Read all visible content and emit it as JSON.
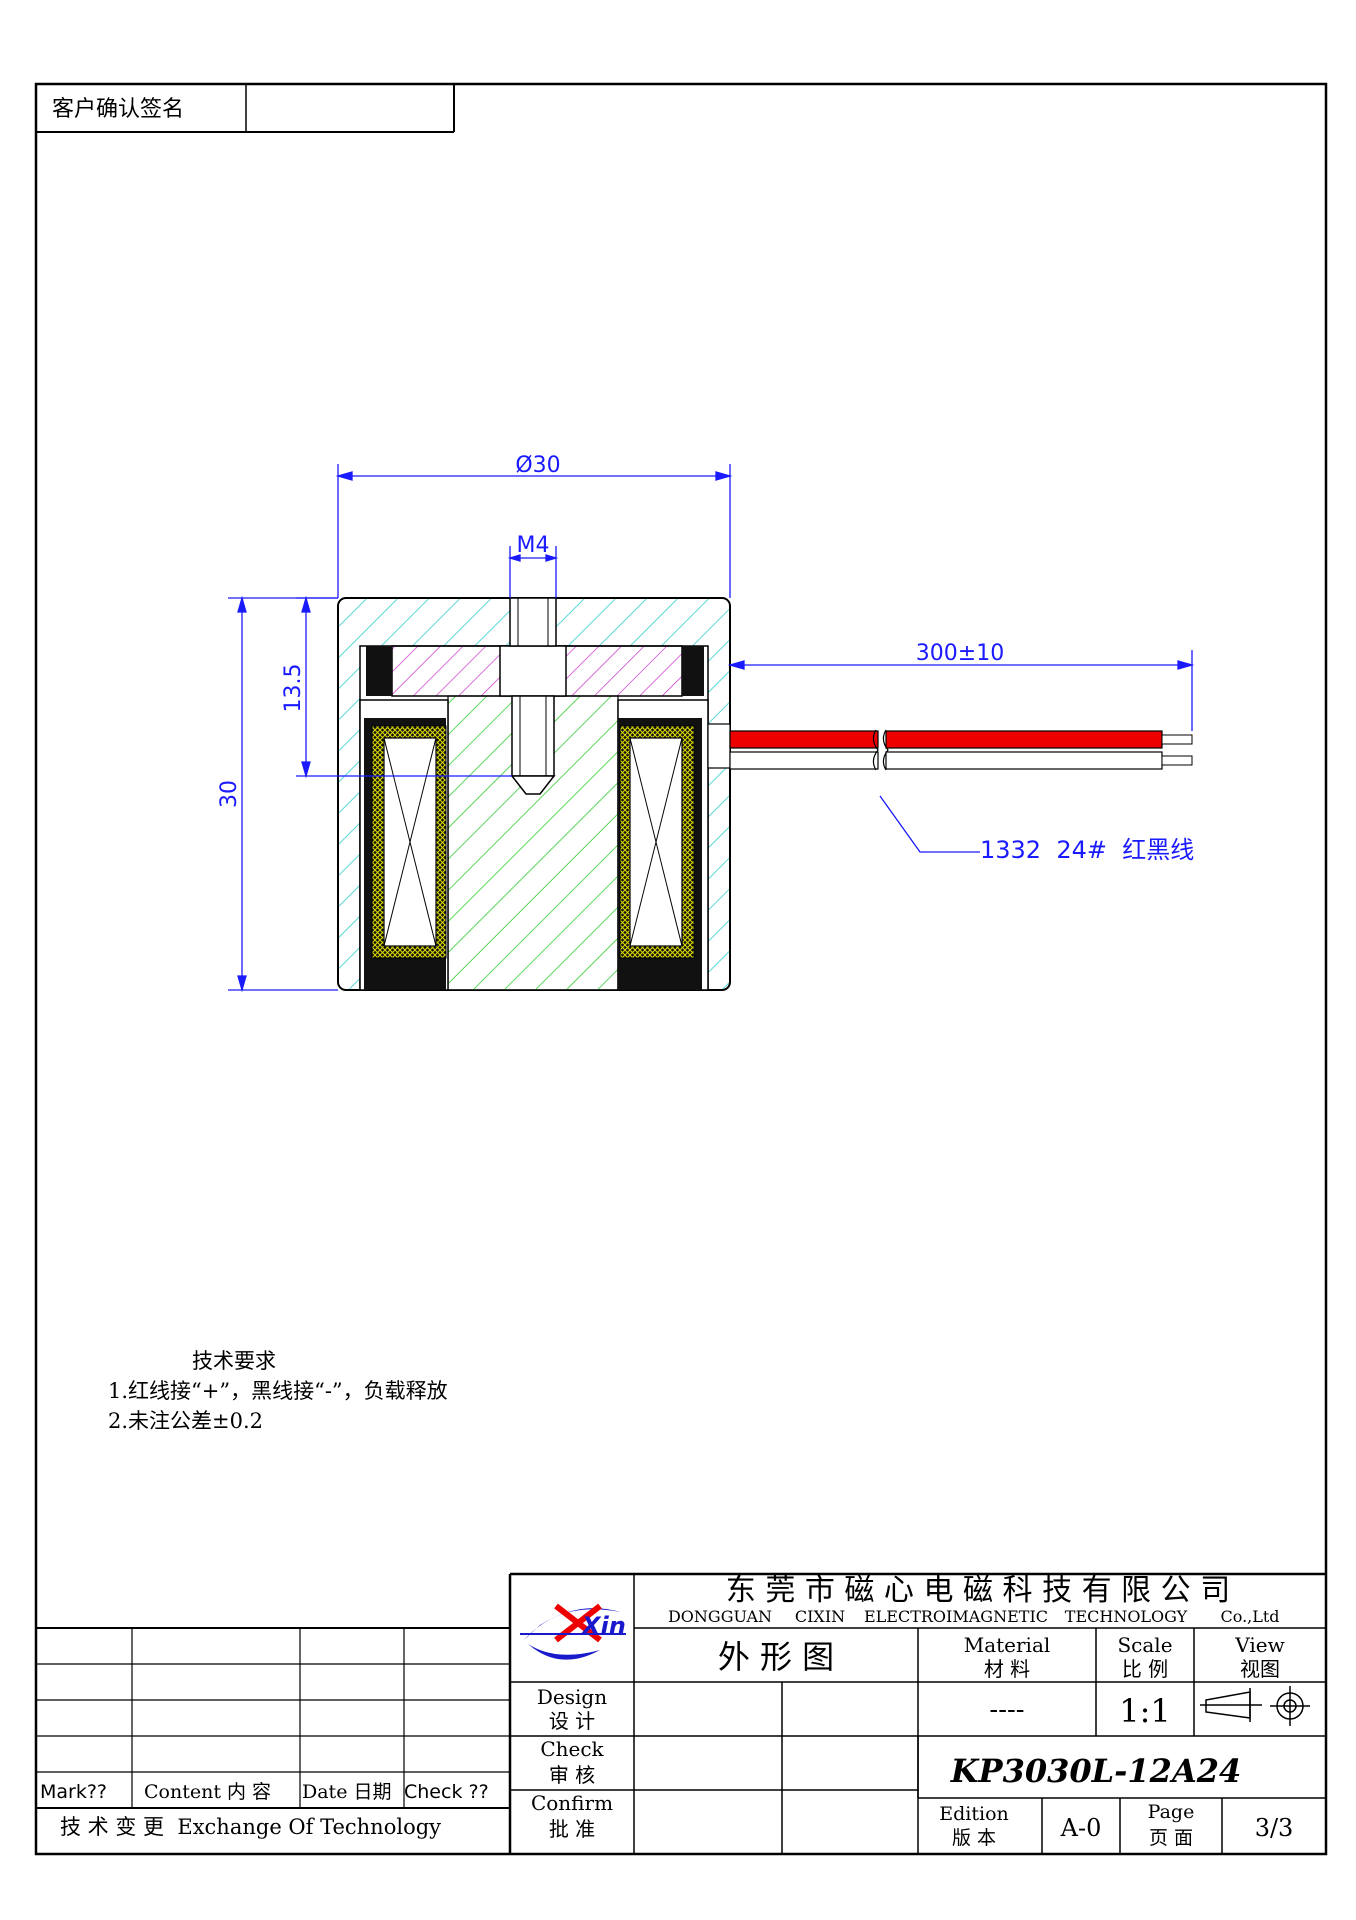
{
  "customer_confirm": {
    "label": "客户确认签名",
    "value": ""
  },
  "dimensions": {
    "diameter": "Ø30",
    "thread": "M4",
    "lead_length": "300±10",
    "stroke_depth": "13.5",
    "height": "30"
  },
  "wire_callout": "1332  24#  红黑线",
  "colors": {
    "dimension": "#1a1aff",
    "red_wire": "#ee0000",
    "hatch_body": "#33cccc",
    "hatch_core": "#33cc33",
    "hatch_plate": "#cc33cc",
    "coil": "#dddd00"
  },
  "tech_requirements": {
    "heading": "技术要求",
    "items": [
      "1.红线接“+”，黑线接“-”，负载释放",
      "2.未注公差±0.2"
    ]
  },
  "title_block": {
    "company_cn": "东 莞 市 磁 心 电 磁 科 技 有 限 公 司",
    "company_en": [
      "DONGGUAN",
      "CIXIN",
      "ELECTROIMAGNETIC",
      "TECHNOLOGY",
      "Co.,Ltd"
    ],
    "logo_text": "Xin",
    "drawing_title": "外 形 图",
    "material_label_en": "Material",
    "material_label_cn": "材 料",
    "material_value": "----",
    "scale_label_en": "Scale",
    "scale_label_cn": "比 例",
    "scale_value": "1:1",
    "view_label_en": "View",
    "view_label_cn": "视图",
    "design_en": "Design",
    "design_cn": "设 计",
    "check_en": "Check",
    "check_cn": "审 核",
    "confirm_en": "Confirm",
    "confirm_cn": "批 准",
    "part_number": "KP3030L-12A24",
    "edition_en": "Edition",
    "edition_cn": "版 本",
    "edition_value": "A-0",
    "page_en": "Page",
    "page_cn": "页 面",
    "page_value": "3/3"
  },
  "change_table": {
    "headers": [
      "Mark??",
      "Content 内 容",
      "Date 日期",
      "Check ??"
    ],
    "footer": "技 术 变 更  Exchange Of Technology"
  }
}
